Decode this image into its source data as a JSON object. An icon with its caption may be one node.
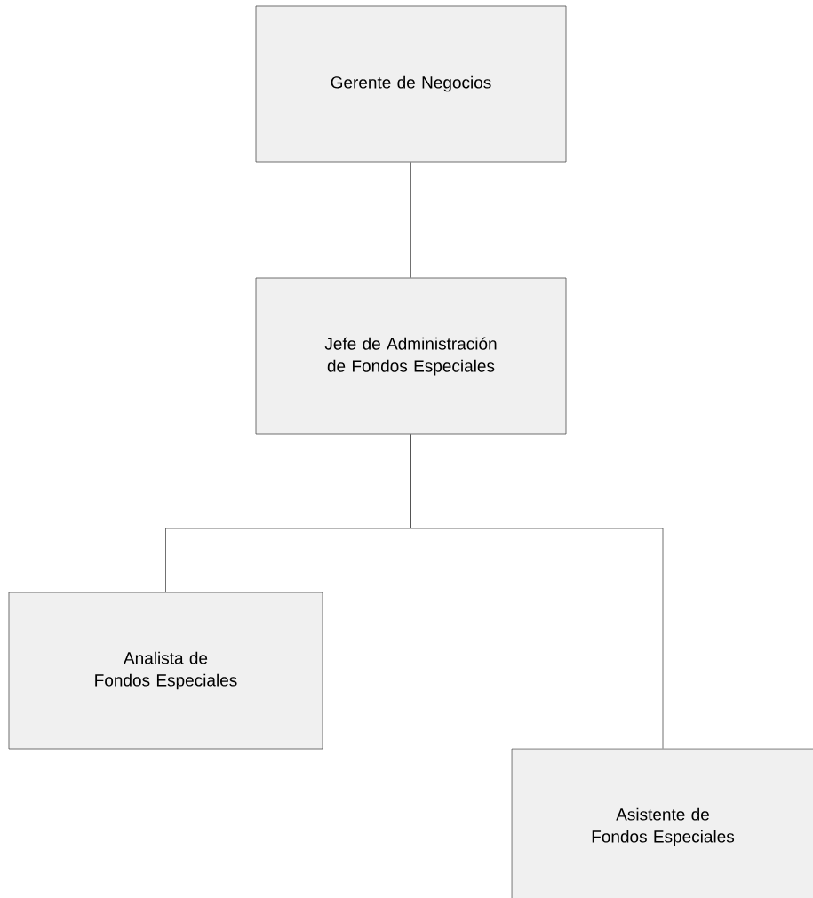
{
  "diagram": {
    "nodes": [
      {
        "text": [
          "Gerente de Negocios"
        ]
      },
      {
        "text": [
          "Jefe de Administración de Fondos Especiales"
        ]
      },
      {
        "text": [
          "Analista de Fondos Especiales"
        ]
      },
      {
        "text": [
          "Asistente de Fondos Especiales"
        ]
      }
    ],
    "edges": [
      {
        "from": 0,
        "to": 1,
        "arrow": "none"
      },
      {
        "from": 1,
        "to": 2,
        "arrow": "none"
      },
      {
        "from": 1,
        "to": 3,
        "arrow": "none"
      }
    ]
  }
}
